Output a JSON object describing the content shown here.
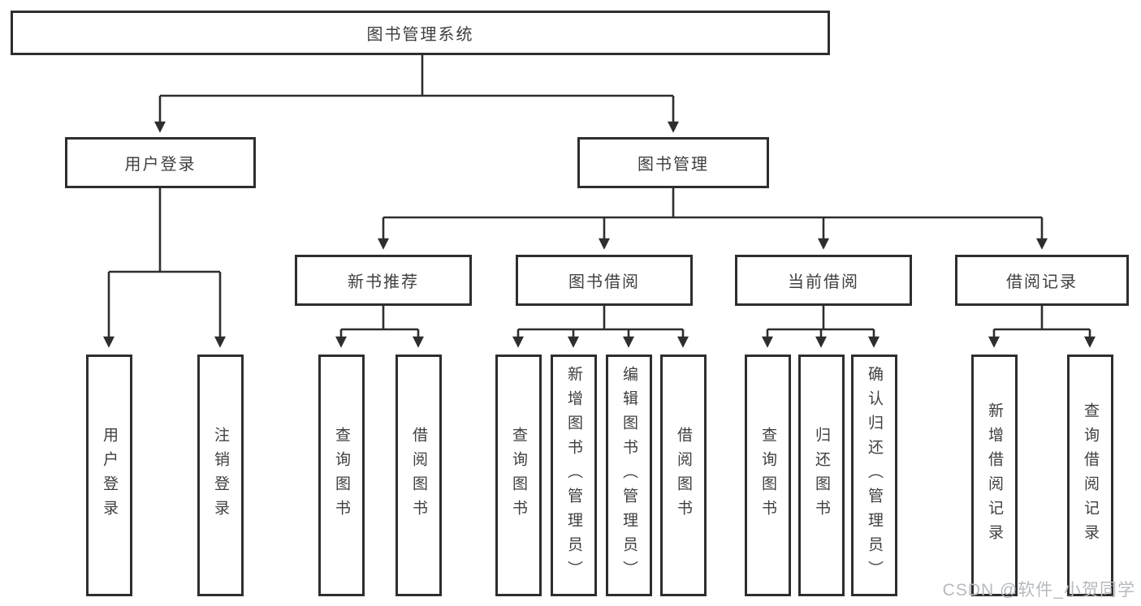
{
  "tree": {
    "label": "图书管理系统",
    "children": [
      {
        "label": "用户登录",
        "children": [
          {
            "label": "用户登录"
          },
          {
            "label": "注销登录"
          }
        ]
      },
      {
        "label": "图书管理",
        "children": [
          {
            "label": "新书推荐",
            "children": [
              {
                "label": "查询图书"
              },
              {
                "label": "借阅图书"
              }
            ]
          },
          {
            "label": "图书借阅",
            "children": [
              {
                "label": "查询图书"
              },
              {
                "label": "新增图书（管理员）"
              },
              {
                "label": "编辑图书（管理员）"
              },
              {
                "label": "借阅图书"
              }
            ]
          },
          {
            "label": "当前借阅",
            "children": [
              {
                "label": "查询图书"
              },
              {
                "label": "归还图书"
              },
              {
                "label": "确认归还（管理员）"
              }
            ]
          },
          {
            "label": "借阅记录",
            "children": [
              {
                "label": "新增借阅记录"
              },
              {
                "label": "查询借阅记录"
              }
            ]
          }
        ]
      }
    ]
  },
  "watermark": {
    "text": "CSDN @软件_小贺同学"
  },
  "colors": {
    "line": "#2e2e2e",
    "box_border": "#2e2e2e",
    "text": "#3f3f3f",
    "watermark": "#b6babf",
    "background": "#ffffff"
  }
}
